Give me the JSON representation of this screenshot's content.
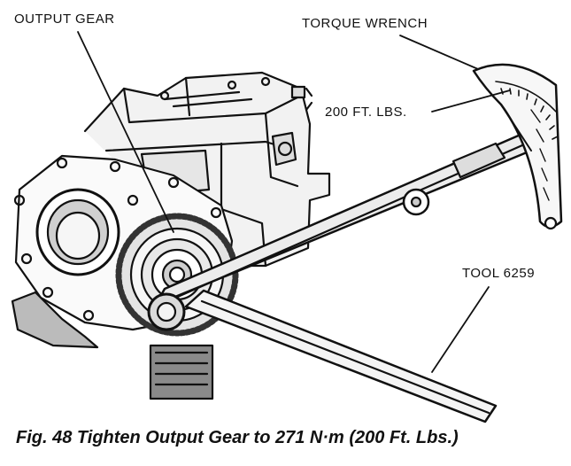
{
  "labels": {
    "output_gear": "OUTPUT GEAR",
    "torque_wrench": "TORQUE WRENCH",
    "torque_reading": "200 FT. LBS.",
    "tool": "TOOL 6259"
  },
  "caption": "Fig. 48 Tighten Output Gear to 271 N·m (200 Ft. Lbs.)"
}
